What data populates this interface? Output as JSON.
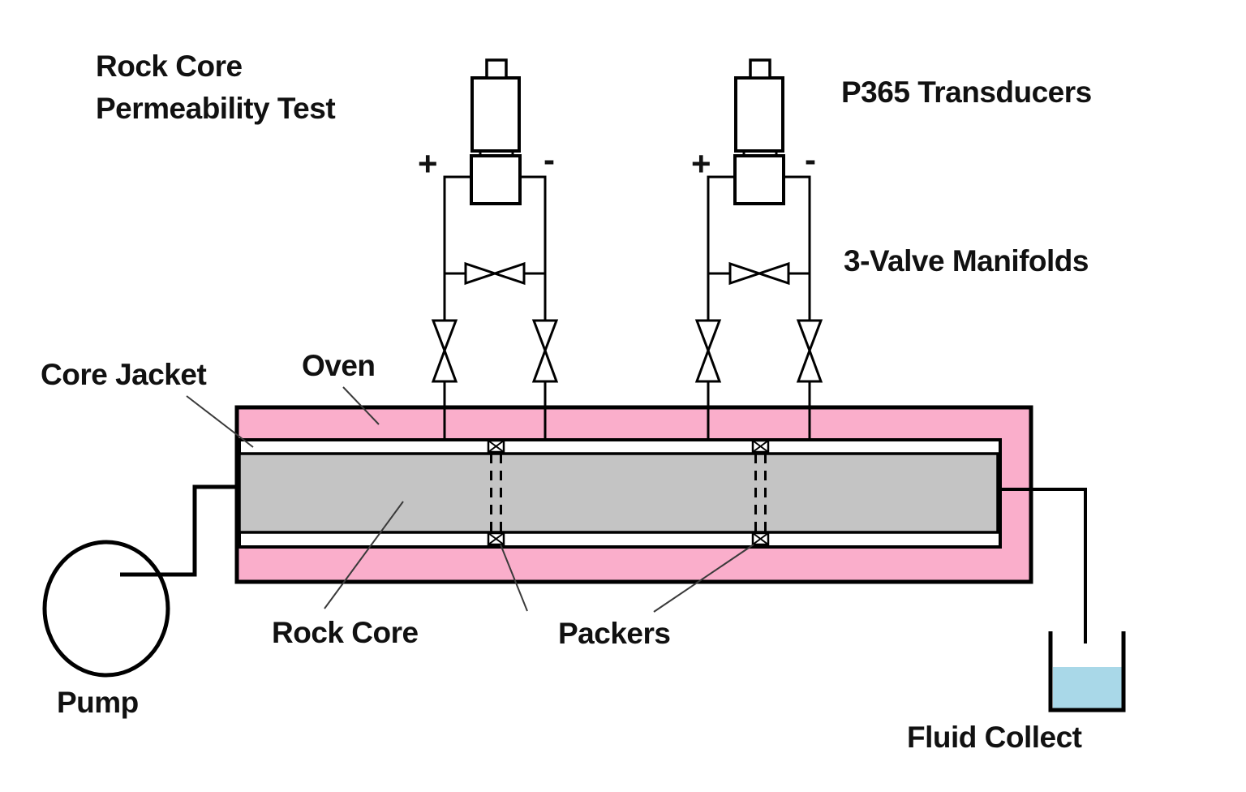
{
  "title": {
    "line1": "Rock Core",
    "line2": "Permeability Test"
  },
  "labels": {
    "transducers": "P365 Transducers",
    "manifolds": "3-Valve Manifolds",
    "core_jacket": "Core Jacket",
    "oven": "Oven",
    "rock_core": "Rock Core",
    "packers": "Packers",
    "pump": "Pump",
    "fluid_collect": "Fluid Collect"
  },
  "symbols": {
    "plus": "+",
    "minus": "-"
  },
  "colors": {
    "oven_pink": "#FAAECB",
    "core_gray": "#C4C4C4",
    "fluid_blue": "#A9D8E8",
    "line": "#000000",
    "leader": "#3A3A3A"
  }
}
